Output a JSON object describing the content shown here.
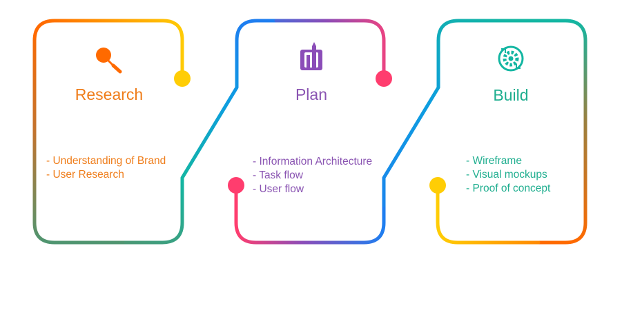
{
  "colors": {
    "research": "#ef7d1a",
    "plan": "#8a54b2",
    "build": "#1fae8f",
    "orange": "#ff6a00",
    "yellow": "#ffcd05",
    "teal": "#13b6a2",
    "green": "#54906a",
    "blue": "#1e7ef0",
    "pink": "#ff3d6e",
    "purple": "#8b4db8"
  },
  "stages": [
    {
      "title": "Research",
      "icon": "magnifier-icon",
      "items": [
        "- Understanding of Brand",
        "- User Research"
      ]
    },
    {
      "title": "Plan",
      "icon": "plan-book-icon",
      "items": [
        "- Information Architecture",
        "- Task flow",
        "- User flow"
      ]
    },
    {
      "title": "Build",
      "icon": "gear-icon",
      "items": [
        "- Wireframe",
        "- Visual mockups",
        "- Proof of concept"
      ]
    }
  ]
}
